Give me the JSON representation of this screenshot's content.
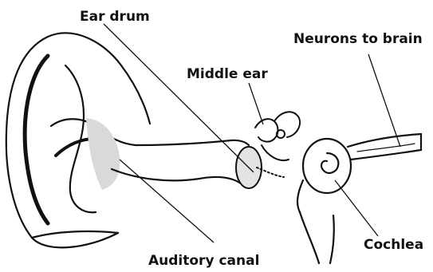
{
  "labels": {
    "ear_drum": "Ear drum",
    "middle_ear": "Middle ear",
    "neurons_to_brain": "Neurons to brain",
    "auditory_canal": "Auditory canal",
    "cochlea": "Cochlea"
  },
  "colors": {
    "ink": "#111111",
    "shading": "#d9d9d9",
    "background": "#ffffff"
  }
}
